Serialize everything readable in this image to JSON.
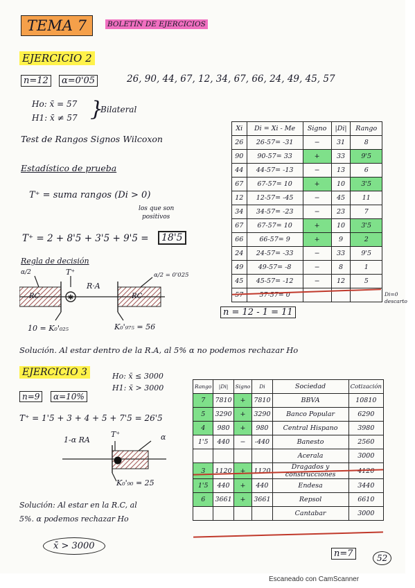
{
  "page_header": {
    "title": "TEMA 7",
    "subtitle": "BOLETÍN DE EJERCICIOS"
  },
  "ex2": {
    "heading": "EJERCICIO 2",
    "n_box": "n=12",
    "alpha_box": "α=0'05",
    "data": "26, 90, 44, 67, 12, 34, 67, 66, 24, 49, 45, 57",
    "h0": "Ho: x̄ = 57",
    "h1": "H1: x̄ ≠ 57",
    "bilateral": "Bilateral",
    "test_name": "Test de Rangos Signos Wilcoxon",
    "estadistico": "Estadístico de prueba",
    "tplus_def": "T⁺ = suma rangos (Di > 0)",
    "tplus_note_1": "los que son",
    "tplus_note_2": "positivos",
    "tplus_calc": "T⁺ = 2 + 8'5 + 3'5 + 9'5 =",
    "tplus_result": "18'5",
    "regla": "Regla de decisión",
    "diag_t": "T⁺",
    "diag_ra": "R·A",
    "diag_rc": "RC",
    "diag_alpha": "α/2 = 0'025",
    "diag_a2": "α/2",
    "k_low": "10 = K₀'₀₂₅",
    "k_high": "K₀'₉₇₅ = 56",
    "table_headers": [
      "Xi",
      "Di = Xi - Me",
      "Signo",
      "|Di|",
      "Rango"
    ],
    "table_rows": [
      [
        "26",
        "26-57= -31",
        "−",
        "31",
        "8"
      ],
      [
        "90",
        "90-57= 33",
        "+",
        "33",
        "9'5"
      ],
      [
        "44",
        "44-57= -13",
        "−",
        "13",
        "6"
      ],
      [
        "67",
        "67-57= 10",
        "+",
        "10",
        "3'5"
      ],
      [
        "12",
        "12-57= -45",
        "−",
        "45",
        "11"
      ],
      [
        "34",
        "34-57= -23",
        "−",
        "23",
        "7"
      ],
      [
        "67",
        "67-57= 10",
        "+",
        "10",
        "3'5"
      ],
      [
        "66",
        "66-57= 9",
        "+",
        "9",
        "2"
      ],
      [
        "24",
        "24-57= -33",
        "−",
        "33",
        "9'5"
      ],
      [
        "49",
        "49-57= -8",
        "−",
        "8",
        "1"
      ],
      [
        "45",
        "45-57= -12",
        "−",
        "12",
        "5"
      ],
      [
        "57",
        "57-57= 0",
        "",
        "",
        ""
      ]
    ],
    "di0_note": "Di=0 descarto",
    "n_eff": "n = 12 - 1 = 11",
    "solucion": "Solución. Al estar dentro de la R.A, al 5% α no podemos rechazar Ho"
  },
  "ex3": {
    "heading": "EJERCICIO 3",
    "h0": "Ho: x̄ ≤ 3000",
    "h1": "H1: x̄ > 3000",
    "n_box": "n=9",
    "alpha_box": "α=10%",
    "tplus_calc": "T⁺ = 1'5 + 3 + 4 + 5 + 7'5 = 26'5",
    "diag_ra": "1-α  RA",
    "diag_t": "T⁺",
    "diag_alpha": "α",
    "k_label": "K₀'₉₀ = 25",
    "solucion_1": "Solución: Al estar en la R.C, al",
    "solucion_2": "5%. α podemos rechazar Ho",
    "final": "x̄ > 3000",
    "table_headers": [
      "Rango",
      "|Di|",
      "Signo",
      "Di",
      "Sociedad",
      "Cotización"
    ],
    "table_rows": [
      [
        "7",
        "7810",
        "+",
        "7810",
        "BBVA",
        "10810"
      ],
      [
        "5",
        "3290",
        "+",
        "3290",
        "Banco Popular",
        "6290"
      ],
      [
        "4",
        "980",
        "+",
        "980",
        "Central Hispano",
        "3980"
      ],
      [
        "1'5",
        "440",
        "−",
        "-440",
        "Banesto",
        "2560"
      ],
      [
        "",
        "",
        "",
        "",
        "Acerala",
        "3000"
      ],
      [
        "3",
        "1120",
        "+",
        "1120",
        "Dragados y construcciones",
        "4120"
      ],
      [
        "1'5",
        "440",
        "+",
        "440",
        "Endesa",
        "3440"
      ],
      [
        "6",
        "3661",
        "+",
        "3661",
        "Repsol",
        "6610"
      ],
      [
        "",
        "",
        "",
        "",
        "Cantabar",
        "3000"
      ]
    ],
    "n_final": "n=7",
    "page_number": "52"
  },
  "footer": "Escaneado con CamScanner"
}
